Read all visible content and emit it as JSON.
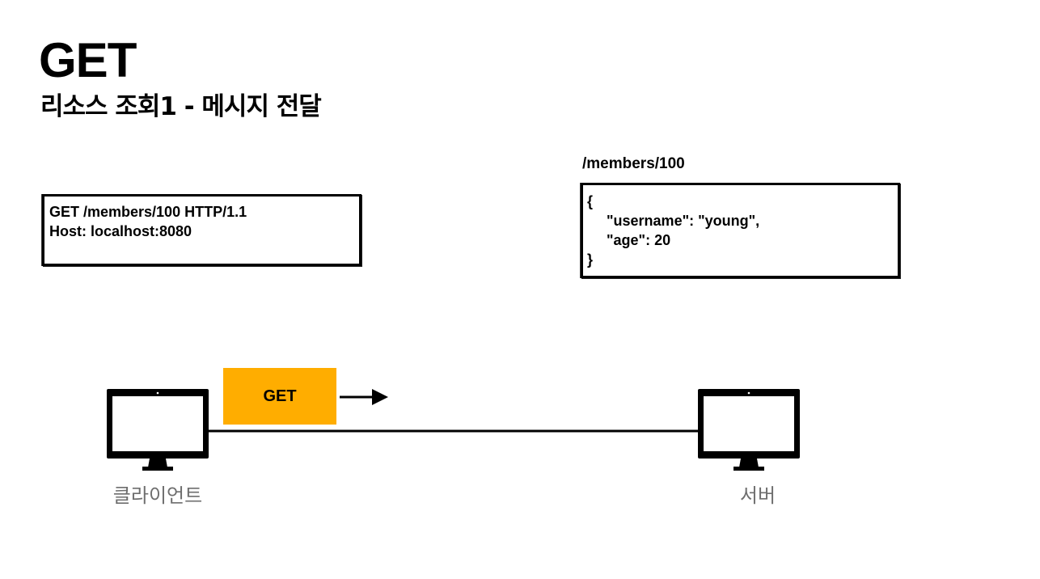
{
  "header": {
    "title": "GET",
    "subtitle": "리소스 조회1 - 메시지 전달"
  },
  "request": {
    "lines": [
      "GET /members/100 HTTP/1.1",
      "Host: localhost:8080"
    ]
  },
  "resource": {
    "path": "/members/100",
    "body_lines": [
      "{",
      "\"username\": \"young\",",
      "\"age\": 20",
      "}"
    ]
  },
  "flow": {
    "method_label": "GET",
    "method_color": "#ffad00",
    "direction": "client-to-server"
  },
  "nodes": {
    "client_label": "클라이언트",
    "server_label": "서버",
    "icon": "monitor-icon"
  }
}
